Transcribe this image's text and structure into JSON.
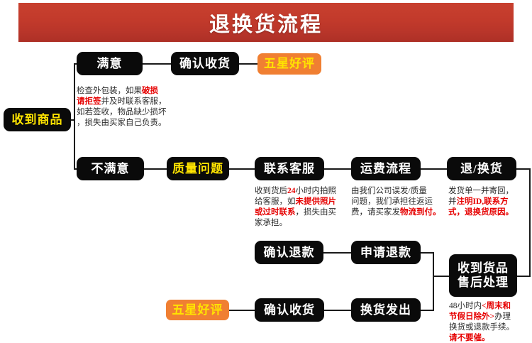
{
  "header": {
    "title": "退换货流程",
    "banner_color": "#c23a2b",
    "title_color": "#ffffff"
  },
  "palette": {
    "node_black": "#0a0a0a",
    "node_orange": "#f07f32",
    "text_white": "#ffffff",
    "text_yellow": "#ffe400",
    "highlight_red": "#e60000",
    "line": "#1a1a1a"
  },
  "nodes": {
    "received_goods": {
      "label": "收到商品",
      "style": "black-yellow"
    },
    "satisfied": {
      "label": "满意",
      "style": "black-white"
    },
    "confirm_receipt_top": {
      "label": "确认收货",
      "style": "black-white"
    },
    "five_star_top": {
      "label": "五星好评",
      "style": "orange-yellow"
    },
    "unsatisfied": {
      "label": "不满意",
      "style": "black-white"
    },
    "quality_problem": {
      "label": "质量问题",
      "style": "black-yellow"
    },
    "contact_service": {
      "label": "联系客服",
      "style": "black-white"
    },
    "freight_process": {
      "label": "运费流程",
      "style": "black-white"
    },
    "return_exchange": {
      "label": "退/换货",
      "style": "black-white"
    },
    "confirm_refund": {
      "label": "确认退款",
      "style": "black-white"
    },
    "apply_refund": {
      "label": "申请退款",
      "style": "black-white"
    },
    "after_sales": {
      "label": "收到货品\n售后处理",
      "style": "black-white"
    },
    "five_star_bottom": {
      "label": "五星好评",
      "style": "orange-yellow"
    },
    "confirm_receipt_bottom": {
      "label": "确认收货",
      "style": "black-white"
    },
    "exchange_sent": {
      "label": "换货发出",
      "style": "black-white"
    }
  },
  "notes": {
    "inspect_package": {
      "line1_a": "检查外包装，如果",
      "line1_hl": "破损",
      "line2_hl": "请拒签",
      "line2_b": "并及时联系客服，",
      "line3": "如若签收，物品缺少损坏",
      "line4": "，损失由买家自己负责。"
    },
    "photo_24h": {
      "line1_a": "收到货后",
      "line1_hl": "24",
      "line1_b": "小时内拍照",
      "line2_a": "给客服，如",
      "line2_hl": "未提供照片",
      "line3_hl": "或过时联系",
      "line3_b": "，损失由买",
      "line4": "家承担。"
    },
    "freight_note": {
      "line1": "由我们公司误发/质量",
      "line2": "问题，我们承担往返运",
      "line3_a": "费，请买家发",
      "line3_hl": "物流到付。"
    },
    "return_note": {
      "line1": "发货单一并寄回，",
      "line2_a": "并",
      "line2_hl": "注明ID,联系方",
      "line3_hl": "式，退换货原因。"
    },
    "after_sales_note": {
      "line1_a": "48小时内",
      "line1_hl": "<周末和",
      "line2_hl": "节假日除外>",
      "line2_b": "办理",
      "line3": "换货或退款手续。",
      "line4_hl": "请不要催。"
    }
  }
}
